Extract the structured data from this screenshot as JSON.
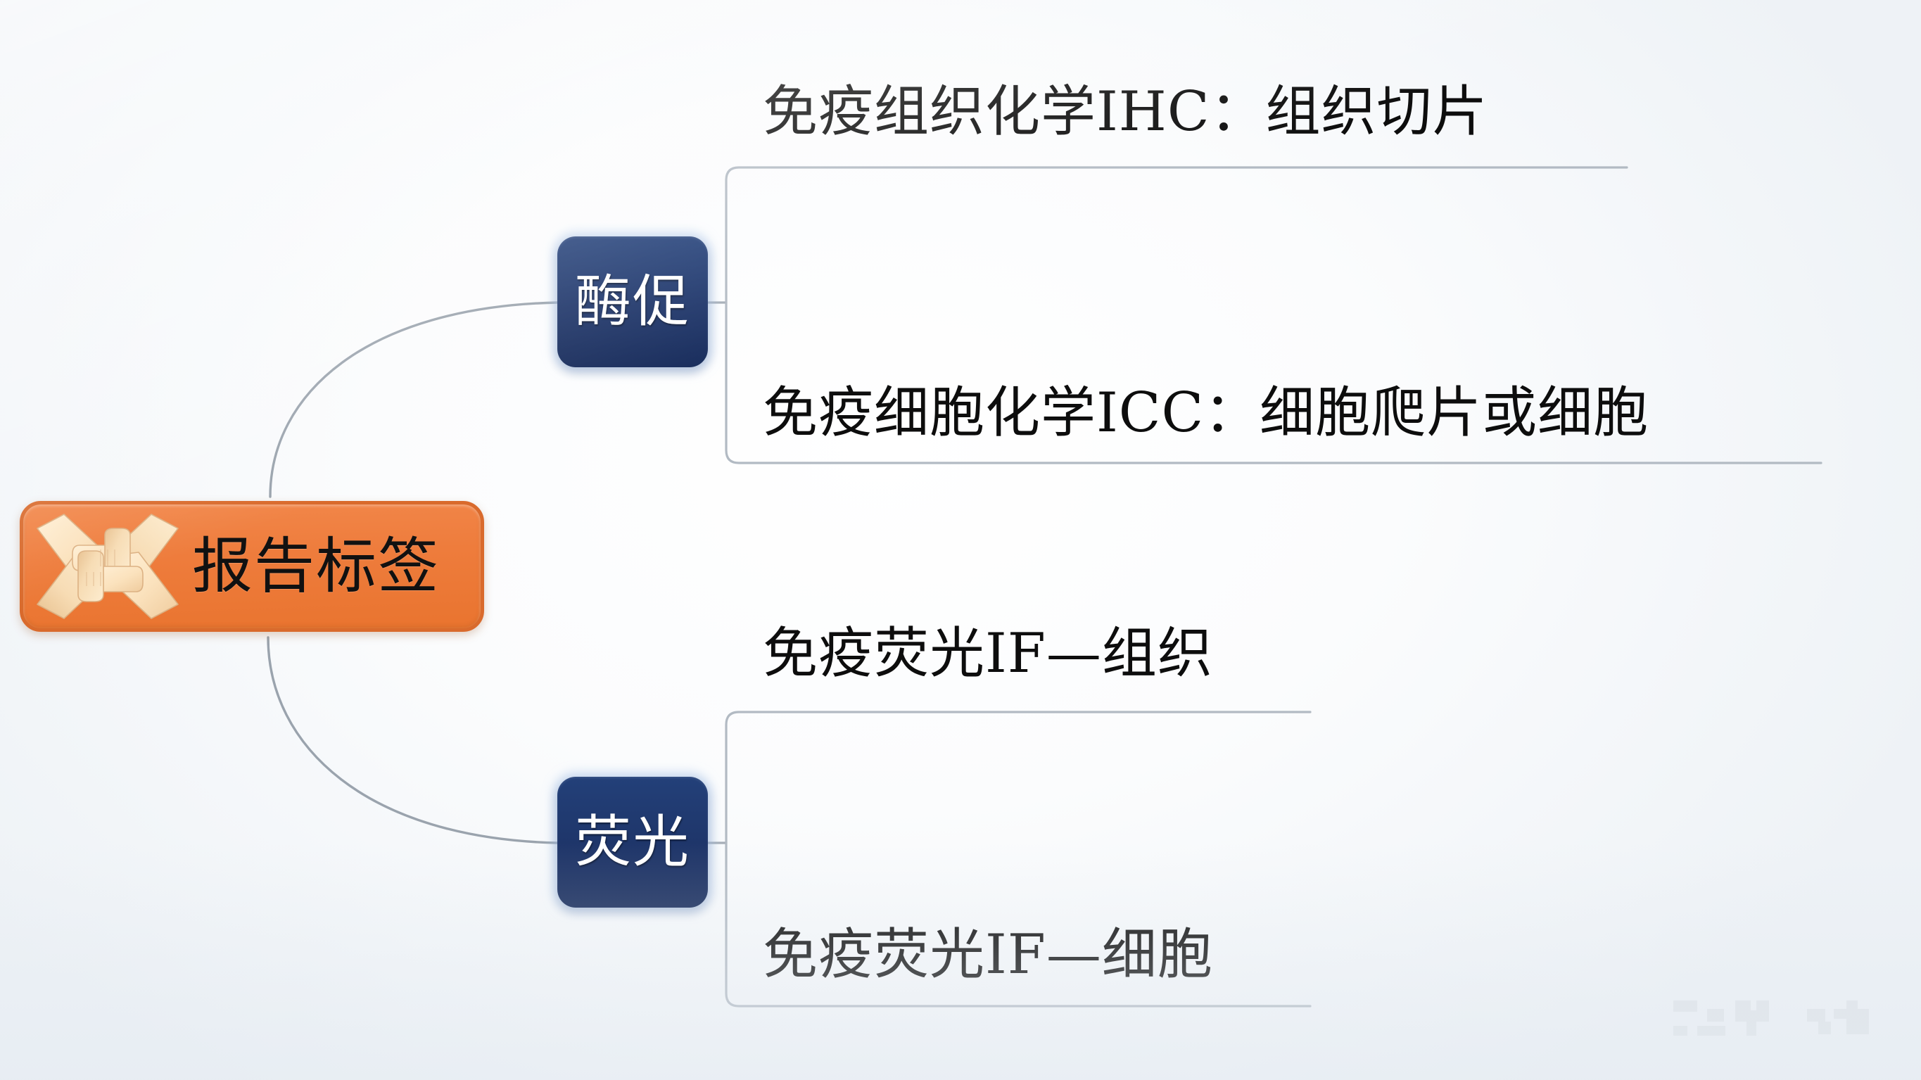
{
  "diagram": {
    "type": "mind-map",
    "background_color": "#f8fafc",
    "root": {
      "label": "报告标签",
      "icon": "four-hands-teamwork-icon",
      "fill_color": "#ee7c3c",
      "border_color": "#d96a2c",
      "text_color": "#111111"
    },
    "branches": [
      {
        "id": "enzyme",
        "label": "酶促",
        "fill_color": "#1e3569",
        "text_color": "#ffffff",
        "children": [
          {
            "id": "ihc",
            "label": "免疫组织化学IHC：组织切片"
          },
          {
            "id": "icc",
            "label": "免疫细胞化学ICC：细胞爬片或细胞"
          }
        ]
      },
      {
        "id": "fluor",
        "label": "荧光",
        "fill_color": "#1e3569",
        "text_color": "#ffffff",
        "children": [
          {
            "id": "if-tissue",
            "label": "免疫荧光IF—组织"
          },
          {
            "id": "if-cell",
            "label": "免疫荧光IF—细胞"
          }
        ]
      }
    ],
    "connector_color": "#9aa3ad",
    "watermark": {
      "text": "",
      "description": "illegible pixelated watermark"
    }
  }
}
